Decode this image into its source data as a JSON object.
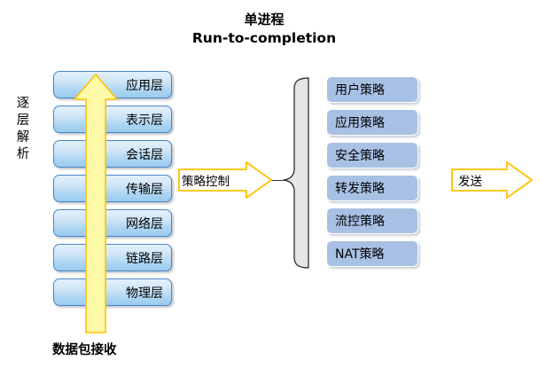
{
  "title": {
    "line1": "单进程",
    "line2": "Run-to-completion"
  },
  "left_stack": {
    "caption": "数据包接收",
    "arrow_label_chars": [
      "逐",
      "层",
      "解",
      "析"
    ],
    "arrow_label": "逐层解析",
    "layers": [
      {
        "label": "应用层"
      },
      {
        "label": "表示层"
      },
      {
        "label": "会话层"
      },
      {
        "label": "传输层"
      },
      {
        "label": "网络层"
      },
      {
        "label": "链路层"
      },
      {
        "label": "物理层"
      }
    ]
  },
  "middle_arrow": {
    "label": "策略控制"
  },
  "policies": {
    "items": [
      {
        "label": "用户策略"
      },
      {
        "label": "应用策略"
      },
      {
        "label": "安全策略"
      },
      {
        "label": "转发策略"
      },
      {
        "label": "流控策略"
      },
      {
        "label": "NAT策略"
      }
    ]
  },
  "right_arrow": {
    "label": "发送"
  },
  "colors": {
    "layer_box_border": "#4a86c8",
    "layer_box_fill_top": "#e3f0fb",
    "layer_box_fill_bottom": "#9ccbef",
    "policy_box_fill": "#a8c0e4",
    "arrow_yellow_fill": "#fffaa8",
    "arrow_yellow_border": "#ffc000",
    "brace_stroke": "#3a3a3a",
    "brace_fill": "#e6e6e6",
    "background": "#ffffff",
    "text": "#000000"
  }
}
